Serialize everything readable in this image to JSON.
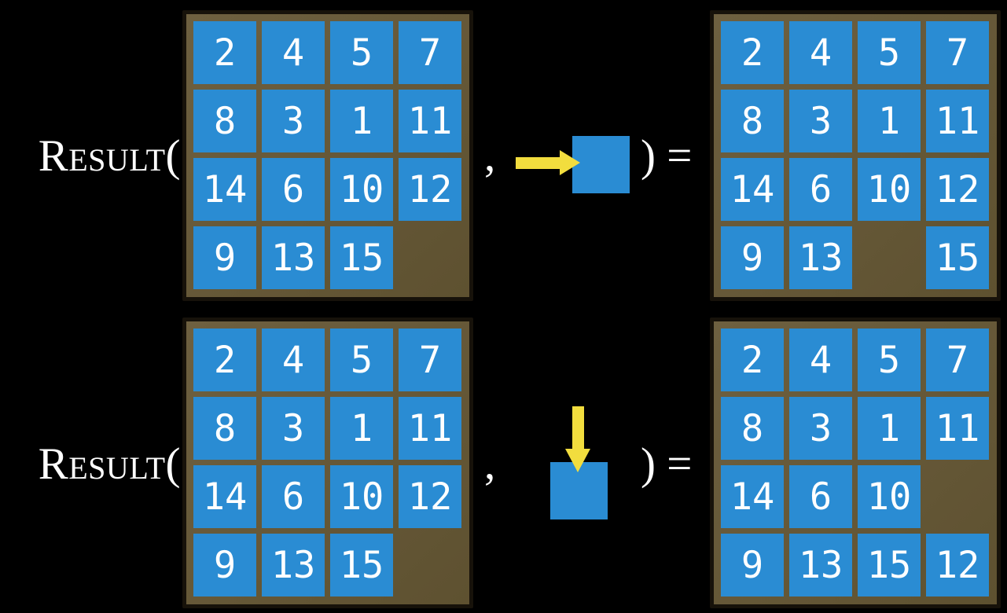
{
  "colors": {
    "background": "#000000",
    "board": "#665836",
    "board-border": "#17120a",
    "tile": "#2a8cd3",
    "tile-text": "#ffffff",
    "arrow": "#f2dd3e",
    "text": "#ffffff"
  },
  "rows": [
    {
      "label_open": "Result(",
      "comma": ",",
      "close_equals": ") =",
      "move_direction": "right",
      "input_grid": [
        [
          "2",
          "4",
          "5",
          "7"
        ],
        [
          "8",
          "3",
          "1",
          "11"
        ],
        [
          "14",
          "6",
          "10",
          "12"
        ],
        [
          "9",
          "13",
          "15",
          ""
        ]
      ],
      "output_grid": [
        [
          "2",
          "4",
          "5",
          "7"
        ],
        [
          "8",
          "3",
          "1",
          "11"
        ],
        [
          "14",
          "6",
          "10",
          "12"
        ],
        [
          "9",
          "13",
          "",
          "15"
        ]
      ]
    },
    {
      "label_open": "Result(",
      "comma": ",",
      "close_equals": ") =",
      "move_direction": "down",
      "input_grid": [
        [
          "2",
          "4",
          "5",
          "7"
        ],
        [
          "8",
          "3",
          "1",
          "11"
        ],
        [
          "14",
          "6",
          "10",
          "12"
        ],
        [
          "9",
          "13",
          "15",
          ""
        ]
      ],
      "output_grid": [
        [
          "2",
          "4",
          "5",
          "7"
        ],
        [
          "8",
          "3",
          "1",
          "11"
        ],
        [
          "14",
          "6",
          "10",
          ""
        ],
        [
          "9",
          "13",
          "15",
          "12"
        ]
      ]
    }
  ]
}
